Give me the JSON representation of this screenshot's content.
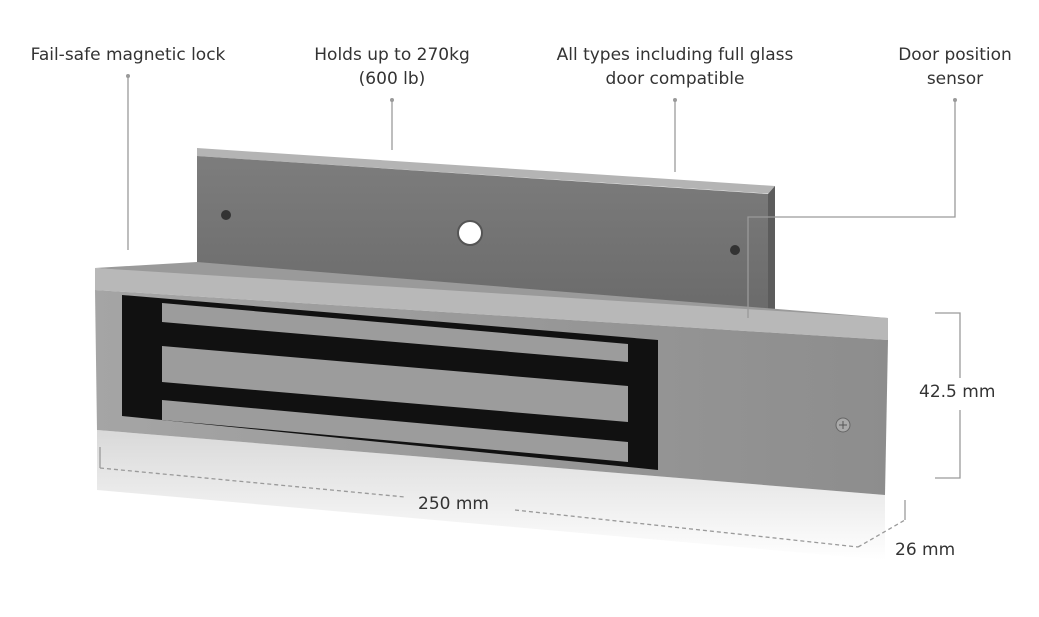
{
  "callouts": [
    {
      "line1": "Fail-safe magnetic lock",
      "line2": ""
    },
    {
      "line1": "Holds up to 270kg",
      "line2": "(600 lb)"
    },
    {
      "line1": "All types including full glass",
      "line2": "door compatible"
    },
    {
      "line1": "Door position",
      "line2": "sensor"
    }
  ],
  "dimensions": {
    "height": "42.5 mm",
    "length": "250 mm",
    "depth": "26 mm"
  },
  "colors": {
    "line": "#9a9a9a",
    "text": "#333333",
    "metal": "#8e8e8e",
    "magnet": "#111111"
  }
}
